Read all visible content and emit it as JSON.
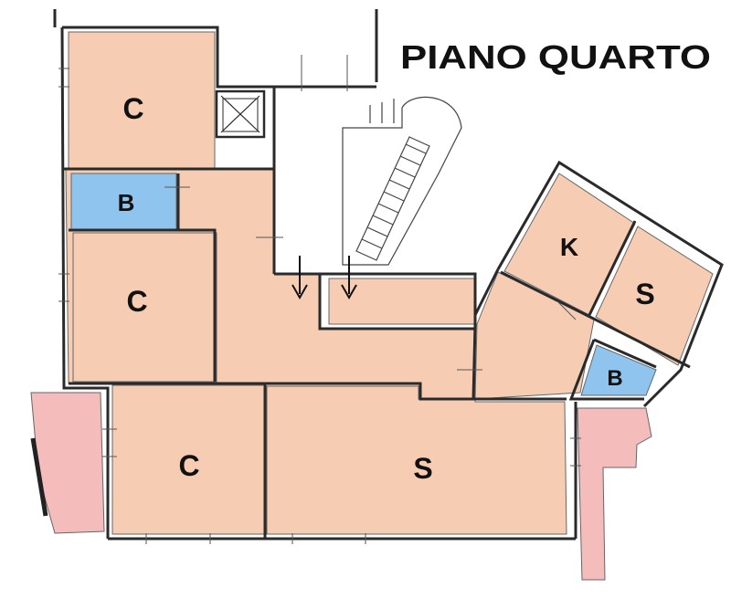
{
  "title": "PIANO QUARTO",
  "colors": {
    "room": "#f6cdb3",
    "bath": "#8fc4ee",
    "terrace": "#f5bcbc",
    "wall": "#2a2a2a"
  },
  "rooms": [
    {
      "label": "C",
      "type": "room"
    },
    {
      "label": "B",
      "type": "bath"
    },
    {
      "label": "C",
      "type": "room"
    },
    {
      "label": "C",
      "type": "room"
    },
    {
      "label": "S",
      "type": "room"
    },
    {
      "label": "K",
      "type": "room"
    },
    {
      "label": "S",
      "type": "room"
    },
    {
      "label": "B",
      "type": "bath"
    }
  ]
}
